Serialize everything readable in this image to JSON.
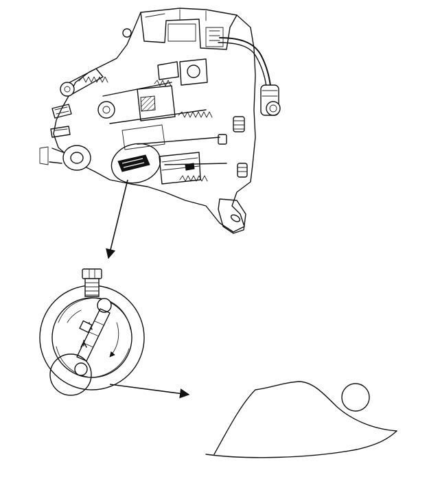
{
  "figure": {
    "palette": {
      "line": "#111111",
      "background": "#ffffff"
    },
    "panels": [
      "injection-pump-cutaway",
      "pump-ring-detail",
      "cam-profile-detail"
    ]
  }
}
